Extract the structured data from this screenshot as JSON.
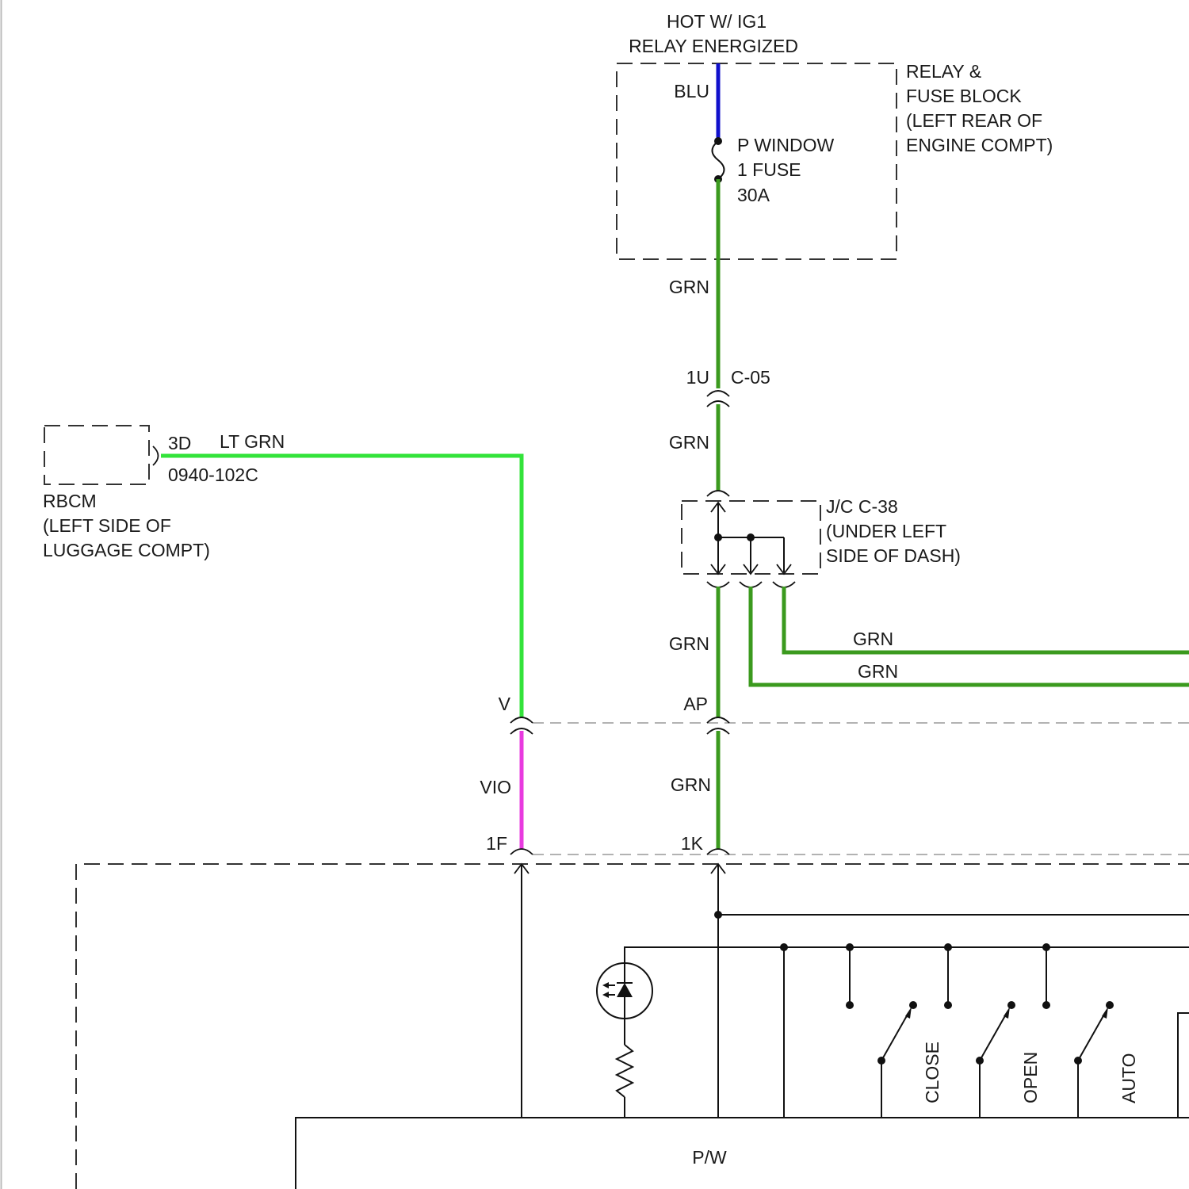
{
  "power": {
    "line1": "HOT W/ IG1",
    "line2": "RELAY ENERGIZED"
  },
  "relay_block": {
    "line1": "RELAY &",
    "line2": "FUSE BLOCK",
    "line3": "(LEFT REAR OF",
    "line4": "ENGINE COMPT)"
  },
  "fuse": {
    "line1": "P WINDOW",
    "line2": "1 FUSE",
    "line3": "30A"
  },
  "wires": {
    "blu": "BLU",
    "grn_1": "GRN",
    "grn_2": "GRN",
    "grn_3": "GRN",
    "grn_4": "GRN",
    "grn_right_1": "GRN",
    "grn_right_2": "GRN",
    "lt_grn": "LT GRN",
    "vio": "VIO"
  },
  "connector_c05": {
    "pin": "1U",
    "name": "C-05"
  },
  "junction": {
    "line1": "J/C C-38",
    "line2": "(UNDER LEFT",
    "line3": "SIDE OF DASH)"
  },
  "rbcm": {
    "pin": "3D",
    "connector": "0940-102C",
    "line1": "RBCM",
    "line2": "(LEFT SIDE OF",
    "line3": "LUGGAGE COMPT)"
  },
  "pins": {
    "v": "V",
    "ap": "AP",
    "f1": "1F",
    "k1": "1K"
  },
  "switches": {
    "close": "CLOSE",
    "open": "OPEN",
    "auto": "AUTO"
  },
  "module": {
    "label": "P/W"
  },
  "colors": {
    "grn": "#3b9a1e",
    "lt_grn": "#33e33a",
    "blu": "#1010cc",
    "vio": "#e83adf"
  }
}
